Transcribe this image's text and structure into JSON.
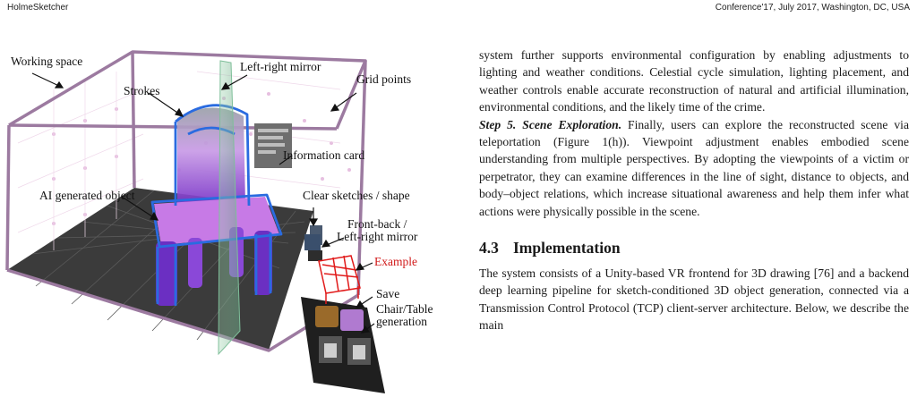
{
  "header": {
    "left": "HolmeSketcher",
    "right": "Conference'17, July 2017, Washington, DC, USA"
  },
  "figure": {
    "labels": {
      "working_space": "Working space",
      "left_right_mirror": "Left-right mirror",
      "strokes": "Strokes",
      "grid_points": "Grid points",
      "information_card": "Information card",
      "ai_generated_object": "AI generated object",
      "clear_sketches": "Clear sketches / shape",
      "front_back_line1": "Front-back /",
      "front_back_line2": "Left-right mirror",
      "example": "Example",
      "save": "Save",
      "chair_table_line1": "Chair/Table",
      "chair_table_line2": "generation"
    },
    "colors": {
      "box_edge": "#9c7aa0",
      "strokes": "#2a6be0",
      "object": "#b86ae0",
      "example": "#e11a1a",
      "floor": "#3b3b3b"
    }
  },
  "text": {
    "para1": "system further supports environmental configuration by enabling adjustments to lighting and weather conditions. Celestial cycle simulation, lighting placement, and weather controls enable accurate reconstruction of natural and artificial illumination, environmental conditions, and the likely time of the crime.",
    "step5_title": "Step 5. Scene Exploration.",
    "step5_body": " Finally, users can explore the reconstructed scene via teleportation (Figure 1(h)). Viewpoint adjustment enables embodied scene understanding from multiple perspectives. By adopting the viewpoints of a victim or perpetrator, they can examine differences in the line of sight, distance to objects, and body–object relations, which increase situational awareness and help them infer what actions were physically possible in the scene.",
    "section_number": "4.3",
    "section_title": "Implementation",
    "para3": "The system consists of a Unity-based VR frontend for 3D drawing [76] and a backend deep learning pipeline for sketch-conditioned 3D object generation, connected via a Transmission Control Protocol (TCP) client-server architecture. Below, we describe the main"
  }
}
